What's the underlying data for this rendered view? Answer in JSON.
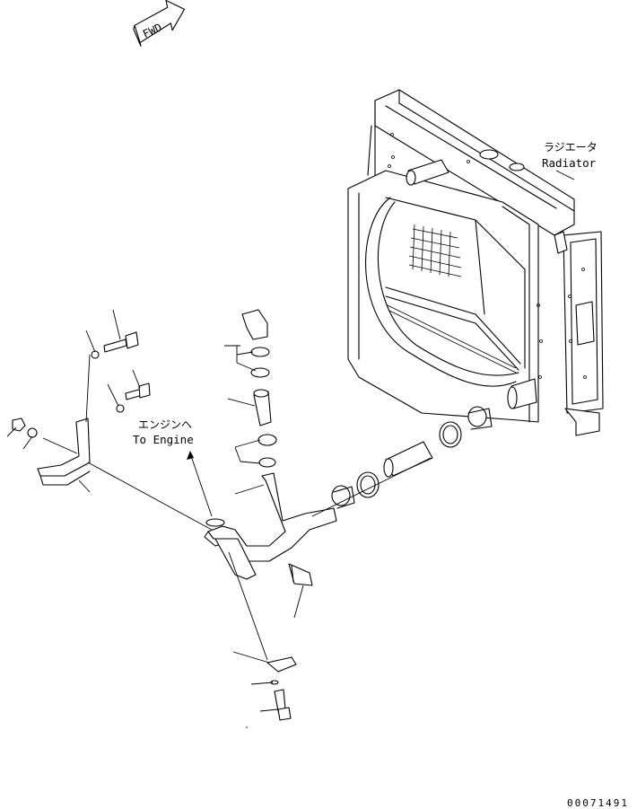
{
  "fwd_label": "FWD",
  "radiator": {
    "label_jp": "ラジエータ",
    "label_en": "Radiator"
  },
  "engine": {
    "label_jp": "エンジンヘ",
    "label_en": "To Engine"
  },
  "drawing_number": "00071491"
}
